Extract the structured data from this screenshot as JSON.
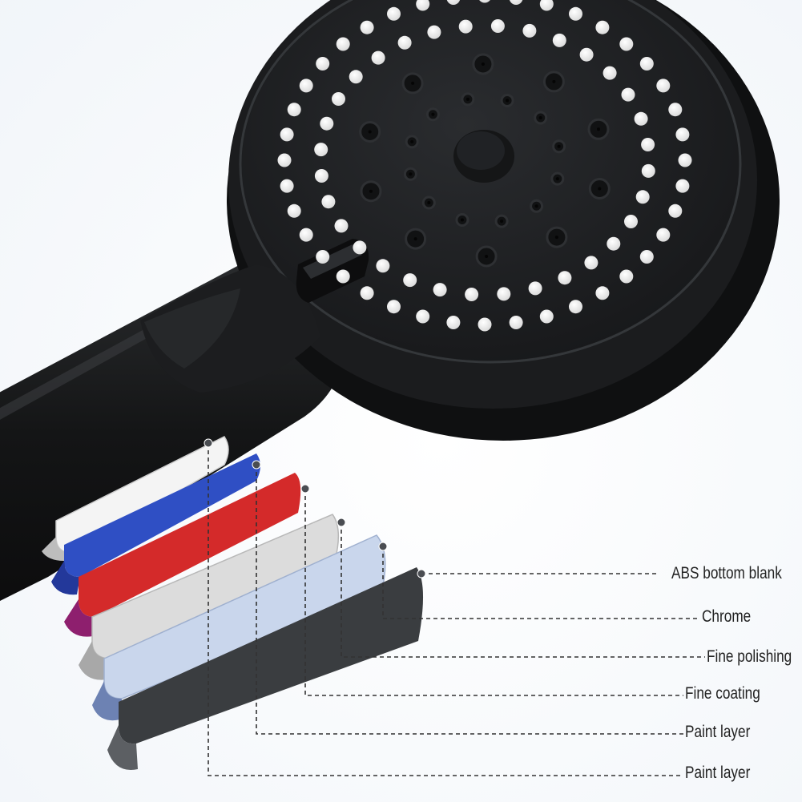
{
  "callouts": [
    {
      "label": "ABS bottom blank"
    },
    {
      "label": "Chrome"
    },
    {
      "label": "Fine polishing"
    },
    {
      "label": "Fine coating"
    },
    {
      "label": "Paint layer"
    },
    {
      "label": "Paint layer"
    }
  ],
  "colors": {
    "background": "#ffffff",
    "body": "#161718",
    "face": "#202224",
    "nozzle_light": "#f2f2f2",
    "layer_white": "#f4f4f4",
    "layer_blue": "#2f4fc4",
    "layer_red": "#d42a2a",
    "layer_silver": "#dcdcdc",
    "layer_pale_blue": "#c9d6ec",
    "layer_black": "#3a3d40",
    "leader_line": "#333333"
  }
}
